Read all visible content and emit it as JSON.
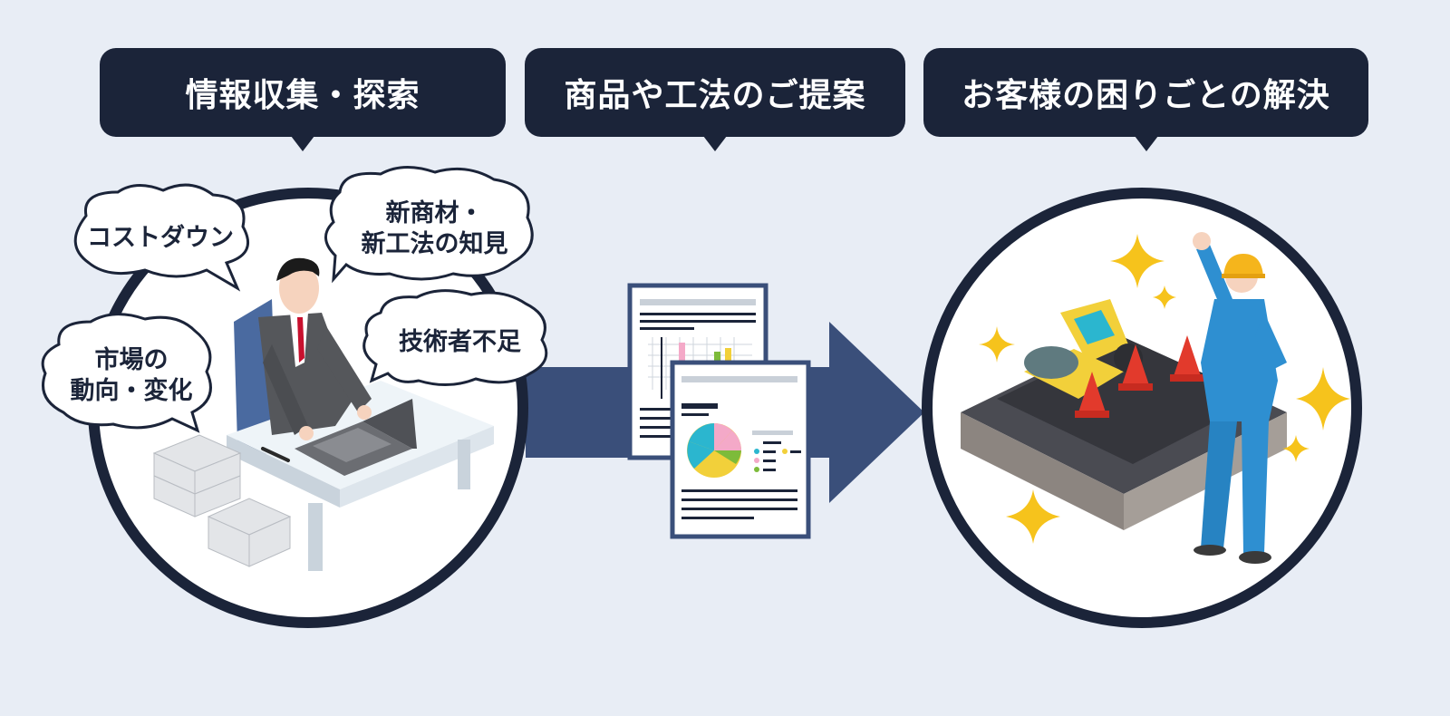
{
  "headers": [
    {
      "label": "情報収集・探索"
    },
    {
      "label": "商品や工法のご提案"
    },
    {
      "label": "お客様の困りごとの解決"
    }
  ],
  "bubbles": {
    "cost_down": "コストダウン",
    "new_materials_line1": "新商材・",
    "new_materials_line2": "新工法の知見",
    "market_line1": "市場の",
    "market_line2": "動向・変化",
    "engineer_shortage": "技術者不足"
  },
  "colors": {
    "navy": "#1b2439",
    "arrow": "#3a4f7a",
    "background": "#e8edf5",
    "sparkle": "#f6c31c",
    "worker_blue": "#2e8fd1",
    "helmet": "#f5b51c"
  }
}
